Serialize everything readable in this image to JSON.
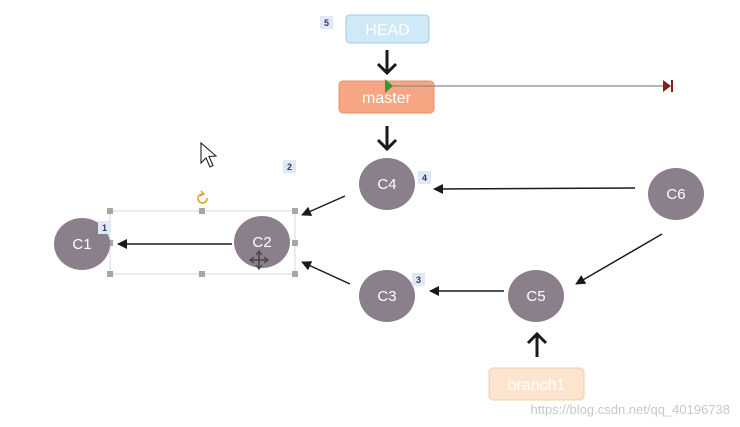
{
  "colors": {
    "commit_fill": "#8c7f8c",
    "commit_text": "#ffffff",
    "head_fill": "#cfe9f7",
    "head_stroke": "#9ccbe6",
    "master_fill": "#f6a683",
    "master_stroke": "#e88e6a",
    "branch_fill": "#fde4cf",
    "branch_stroke": "#f3cda9",
    "arrow": "#1a1a1a",
    "badge_fill": "#dfe8f5",
    "handle": "#a6a6a6",
    "track": "#8a8a8a",
    "track_start": "#2e9a3a",
    "track_end": "#8b1a1a"
  },
  "commits": [
    {
      "id": "c1",
      "label": "C1"
    },
    {
      "id": "c2",
      "label": "C2"
    },
    {
      "id": "c3",
      "label": "C3"
    },
    {
      "id": "c4",
      "label": "C4"
    },
    {
      "id": "c5",
      "label": "C5"
    },
    {
      "id": "c6",
      "label": "C6"
    }
  ],
  "labels": {
    "head": "HEAD",
    "master": "master",
    "branch1": "branch1"
  },
  "badges": [
    "5",
    "2",
    "4",
    "1",
    "3"
  ],
  "icons": {
    "cursor": "mouse-pointer-icon",
    "rotate": "rotate-handle-icon",
    "move": "move-cursor-icon"
  },
  "watermark": "https://blog.csdn.net/qq_40196738"
}
